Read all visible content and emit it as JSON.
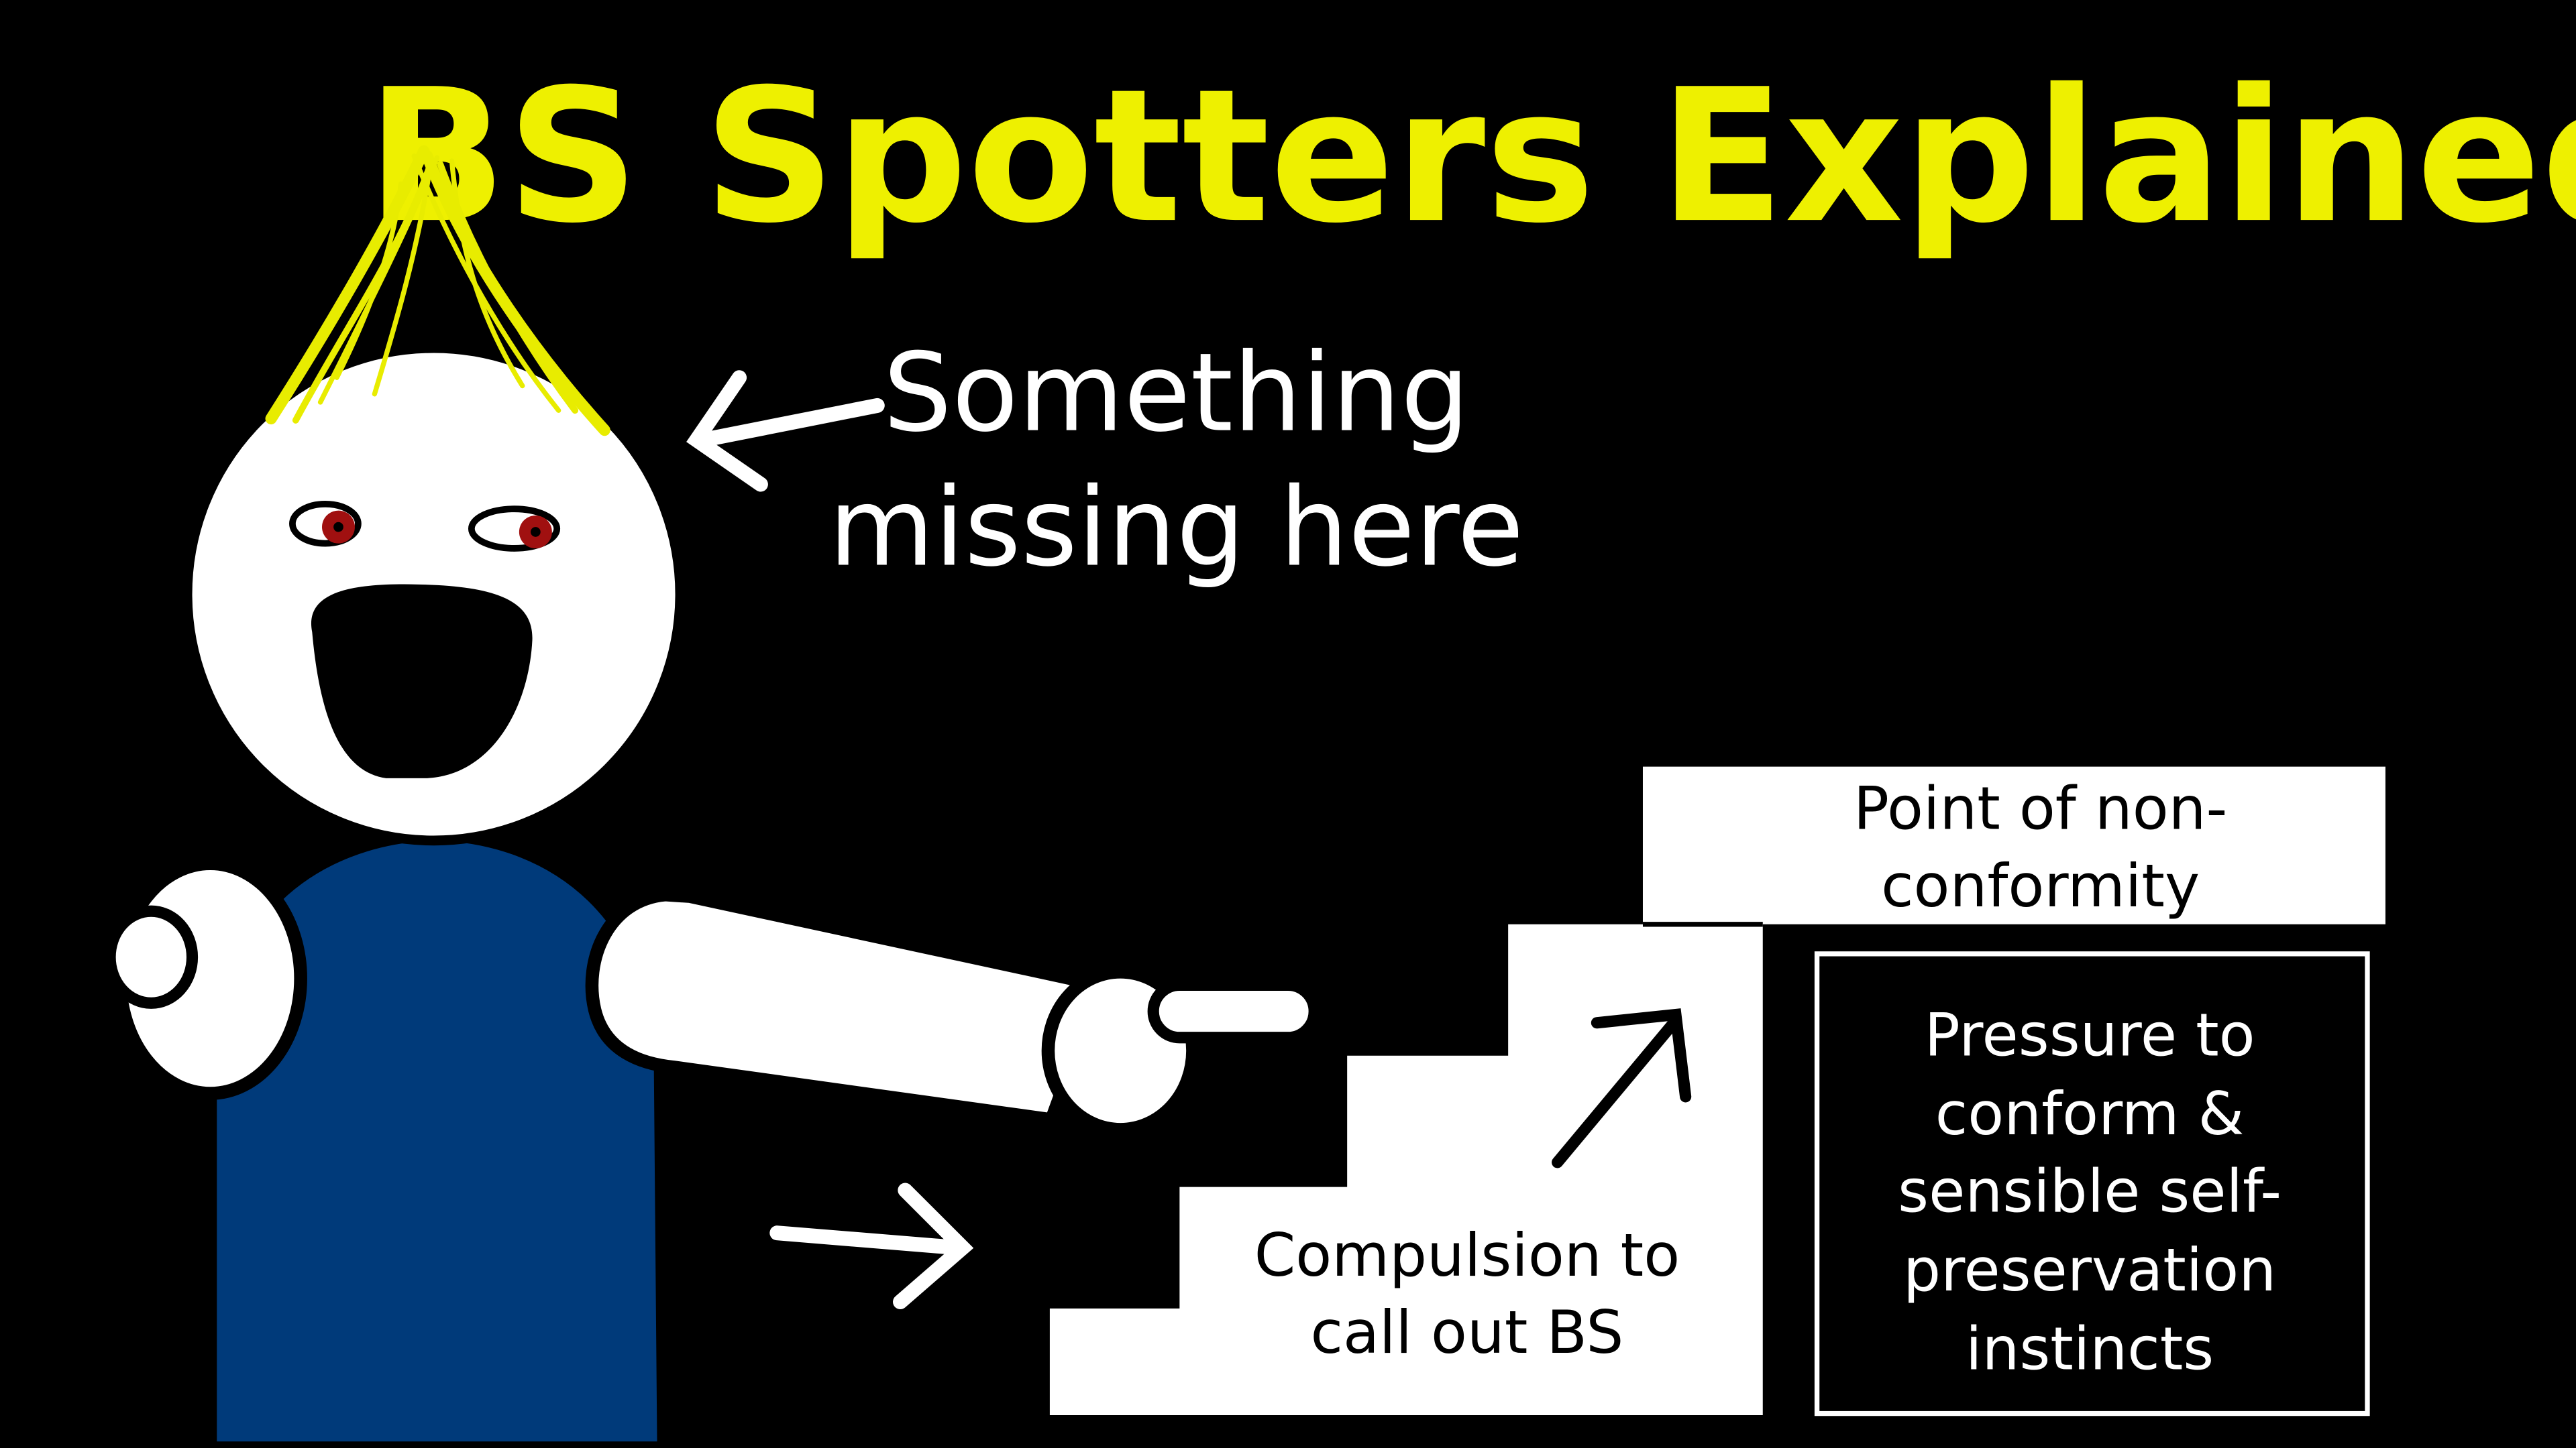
{
  "title": "BS Spotters Explained",
  "callout": {
    "line1": "Something",
    "line2": "missing here"
  },
  "top_step": {
    "line1": "Point of non-",
    "line2": "conformity"
  },
  "pressure_box": {
    "line1": "Pressure to",
    "line2": "conform &",
    "line3": "sensible self-",
    "line4": "preservation",
    "line5": "instincts"
  },
  "compulsion": {
    "line1": "Compulsion to",
    "line2": "call out BS"
  },
  "colors": {
    "background": "#000000",
    "title": "#EEF000",
    "hair": "#E8EC00",
    "shirt": "#003A7A",
    "eye": "#A01010",
    "white": "#FFFFFF"
  }
}
